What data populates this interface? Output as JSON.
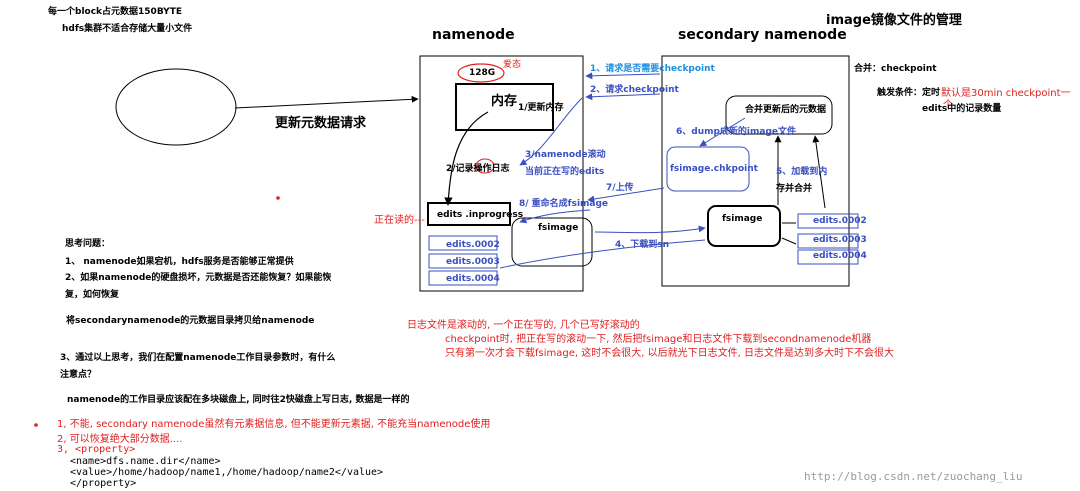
{
  "colors": {
    "red": "#e02020",
    "blue": "#3a4fc0",
    "cyan": "#1c8fe0",
    "black": "#000000"
  },
  "top_notes": {
    "block_size": "每一个block占元数据150BYTE",
    "small_files": "hdfs集群不适合存储大量小文件"
  },
  "client": {
    "request_label": "更新元数据请求"
  },
  "namenode": {
    "title": "namenode",
    "mem_size": "128G",
    "mem_size_note": "爱态",
    "memory_label": "内存",
    "update_memory": "1/更新内存",
    "write_log": "2/记录操作日志",
    "rolling": "3/namenode滚动",
    "current_edits": "当前正在写的edits",
    "rename": "8/ 重命名成fsimage",
    "reading_label": "正在读的---",
    "edits_inprogress": "edits .inprogress",
    "edits_files": [
      "edits.0002",
      "edits.0003",
      "edits.0004"
    ],
    "fsimage": "fsimage"
  },
  "arrows": {
    "ask_checkpoint": "1、请求是否需要checkpoint",
    "request_checkpoint": "2、请求checkpoint",
    "upload": "7/上传",
    "download": "4、下载到sn"
  },
  "secondary": {
    "title": "secondary namenode",
    "merged_meta": "合并更新后的元数据",
    "dump": "6、dump成新的image文件",
    "chkpoint": "fsimage.chkpoint",
    "load": "5、加载到内",
    "merge": "存并合并",
    "fsimage": "fsimage",
    "edits_files": [
      "edits.0002",
      "edits.0003",
      "edits.0004"
    ]
  },
  "right_panel": {
    "title": "image镜像文件的管理",
    "merge_label": "合并：checkpoint",
    "trigger_prefix": "触发条件：定时",
    "trigger_default": "默认是30min  checkpoint一",
    "trigger_red_tail": "个",
    "edits_count": "edits中的记录数量"
  },
  "questions": {
    "title": "思考问题：",
    "q1": "1、 namenode如果宕机，hdfs服务是否能够正常提供",
    "q2a": "2、如果namenode的硬盘损坏，元数据是否还能恢复？如果能恢",
    "q2b": "复，如何恢复",
    "copy": "将secondarynamenode的元数据目录拷贝给namenode",
    "q3a": "3、通过以上思考，我们在配置namenode工作目录参数时，有什么",
    "q3b": "注意点？",
    "config_note": "namenode的工作目录应该配在多块磁盘上, 同时往2快磁盘上写日志, 数据是一样的"
  },
  "center_notes": {
    "line1": "日志文件是滚动的, 一个正在写的, 几个已写好滚动的",
    "line2": "checkpoint时, 把正在写的滚动一下, 然后把fsimage和日志文件下载到secondnamenode机器",
    "line3": "只有第一次才会下载fsimage, 这时不会很大, 以后就光下日志文件, 日志文件是达到多大时下不会很大"
  },
  "answers": {
    "a1": "1, 不能, secondary namenode虽然有元素据信息, 但不能更新元素据, 不能充当namenode使用",
    "a2": "2, 可以恢复绝大部分数据....",
    "a3": "3, <property>",
    "a3_name": "<name>dfs.name.dir</name>",
    "a3_value": "<value>/home/hadoop/name1,/home/hadoop/name2</value>",
    "a3_end": "</property>"
  },
  "watermark": "http://blog.csdn.net/zuochang_liu"
}
